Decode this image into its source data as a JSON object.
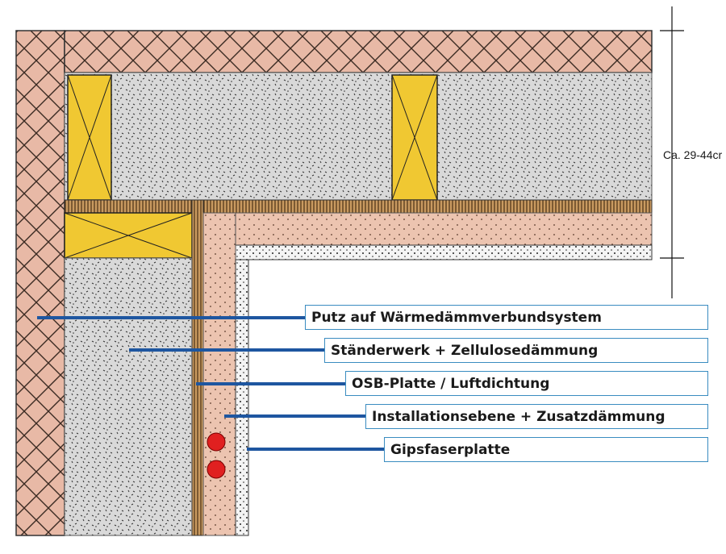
{
  "diagram": {
    "dimension_label": "Ca. 29-44cr",
    "layers": [
      {
        "id": "wdvs",
        "label": "Putz auf Wärmedämmverbundsystem"
      },
      {
        "id": "staenderwerk",
        "label": "Ständerwerk + Zellulosedämmung"
      },
      {
        "id": "osb",
        "label": "OSB-Platte / Luftdichtung"
      },
      {
        "id": "installation",
        "label": "Installationsebene + Zusatzdämmung"
      },
      {
        "id": "gipsfaser",
        "label": "Gipsfaserplatte"
      }
    ],
    "colors": {
      "wdvs": "#e8b9a6",
      "timber": "#f0c832",
      "cellulose": "#d9d9d9",
      "osb": "#b07a45",
      "installation": "#ecc4b0",
      "gypsum": "#f4f4f4",
      "leader": "#1e56a0",
      "label_border": "#3a8cc0",
      "socket": "#e02020"
    }
  }
}
